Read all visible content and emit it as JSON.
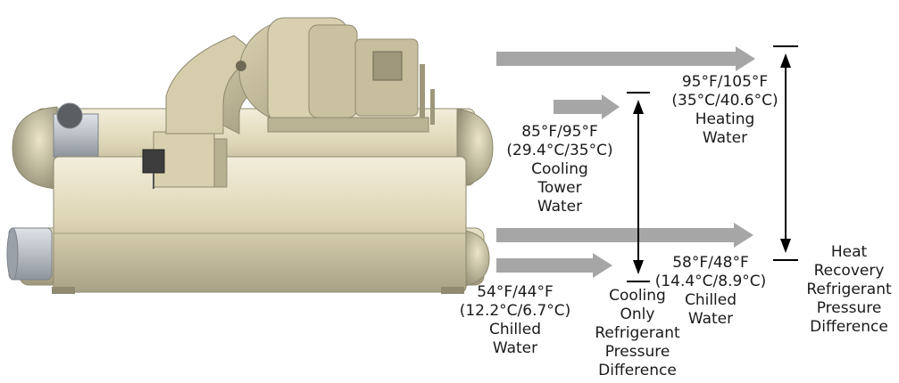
{
  "labels": {
    "heating_water": [
      "95°F/105°F",
      "(35°C/40.6°C)",
      "Heating",
      "Water"
    ],
    "cooling_tower_water": [
      "85°F/95°F",
      "(29.4°C/35°C)",
      "Cooling",
      "Tower",
      "Water"
    ],
    "chilled_water_recovery": [
      "58°F/48°F",
      "(14.4°C/8.9°C)",
      "Chilled",
      "Water"
    ],
    "chilled_water_cooling": [
      "54°F/44°F",
      "(12.2°C/6.7°C)",
      "Chilled",
      "Water"
    ],
    "cooling_only_pressure_difference": [
      "Cooling",
      "Only",
      "Refrigerant",
      "Pressure",
      "Difference"
    ],
    "heat_recovery_pressure_difference": [
      "Heat",
      "Recovery",
      "Refrigerant",
      "Pressure",
      "Difference"
    ]
  },
  "colors": {
    "arrow_gray": "#a6a6a6",
    "line": "#000000",
    "shell_light": "#ece6cf",
    "shell_mid": "#cfc6a4",
    "shell_dark": "#8f8a70",
    "steel": "#b9bec5"
  }
}
